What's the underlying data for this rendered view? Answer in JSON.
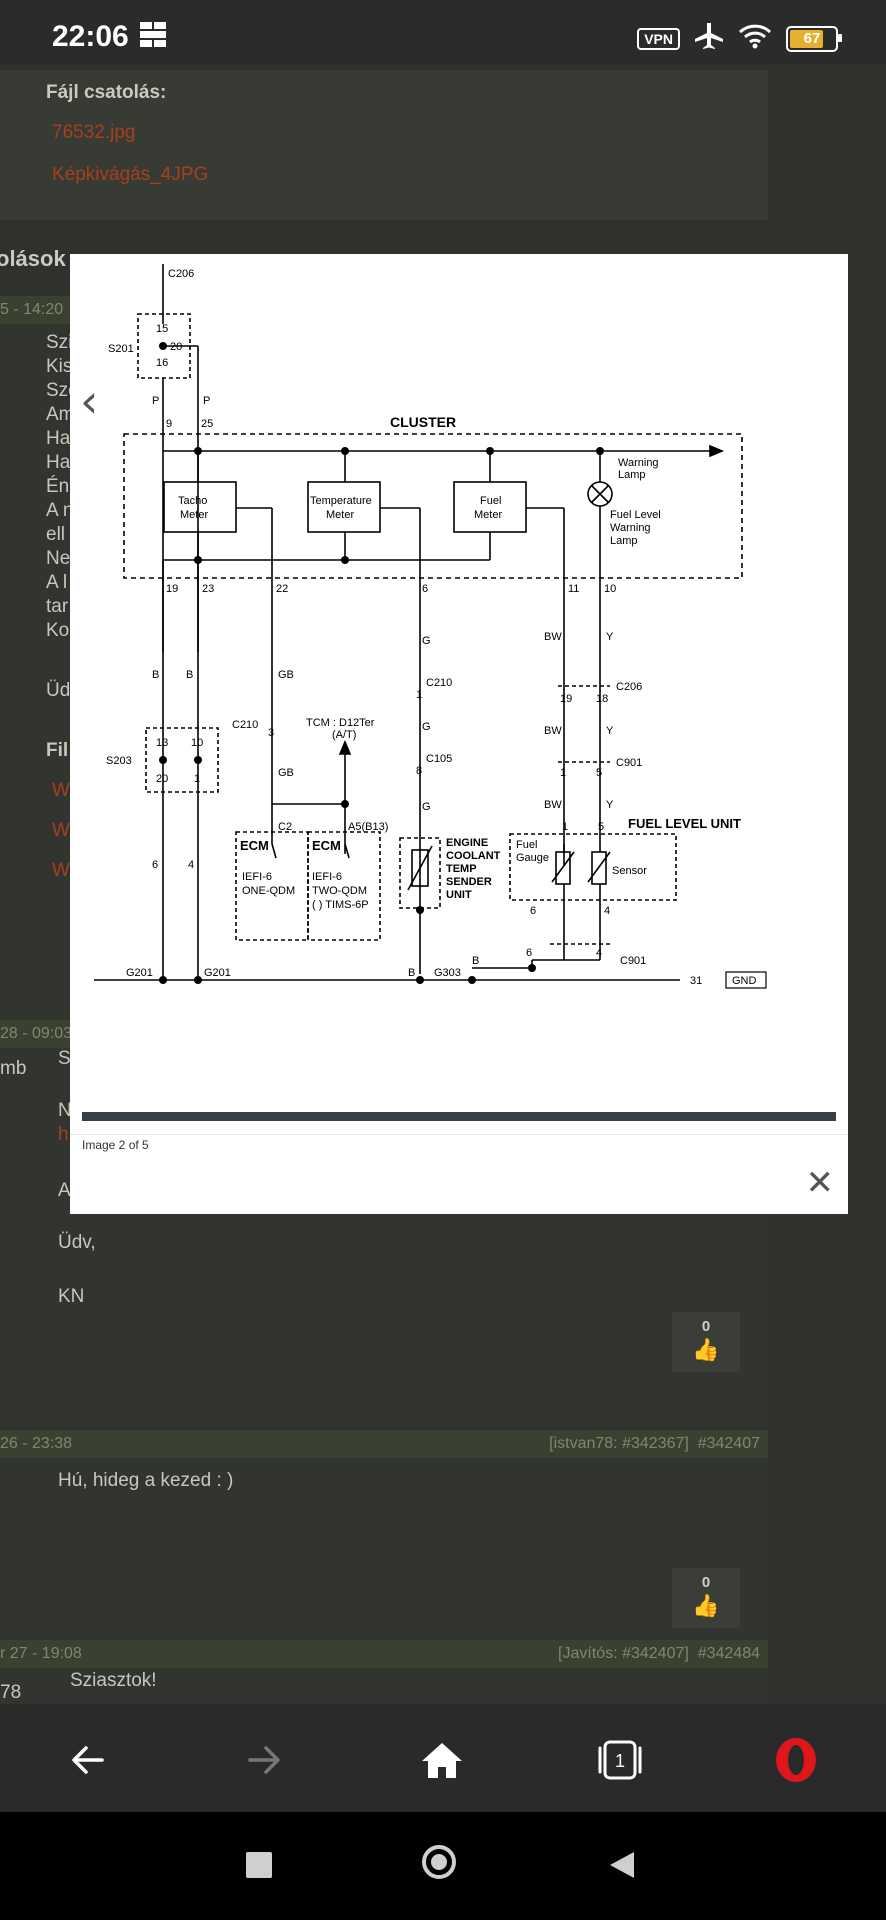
{
  "status_bar": {
    "time": "22:06",
    "vpn": "VPN",
    "battery": "67"
  },
  "page": {
    "attachments_title": "Fájl csatolás:",
    "attachments": [
      "76532.jpg",
      "Képkivágás_4JPG"
    ],
    "replies_title": "olások",
    "posts": [
      {
        "date": "5 - 14:20",
        "ref": "",
        "id": "",
        "lines": [
          "Szi",
          "Kis",
          "Sze",
          "Am",
          "Ha",
          "Ha",
          "Én",
          "A n",
          "ell",
          "Ne",
          "A l",
          "tar",
          "Ko",
          "",
          "Üd"
        ],
        "files_label": "Fil",
        "file_links": [
          "W",
          "W",
          "W"
        ]
      },
      {
        "date": "28 - 09:03",
        "ref": "",
        "id": "",
        "user": "mb",
        "lines": [
          "S",
          "N",
          "h",
          "A",
          "Üdv,",
          "KN"
        ],
        "likes": "0"
      },
      {
        "date": "26 - 23:38",
        "ref": "[istvan78: #342367]",
        "id": "#342407",
        "lines": [
          "Hú, hideg a kezed : )"
        ],
        "likes": "0"
      },
      {
        "date": "r 27 - 19:08",
        "ref": "[Javítós: #342407]",
        "id": "#342484",
        "user": "78",
        "lines": [
          "Sziasztok!"
        ]
      }
    ]
  },
  "lightbox": {
    "caption": "Image 2 of 5",
    "close_label": "✕",
    "prev_label": "‹",
    "diagram": {
      "labels": {
        "c206_top": "C206",
        "s201": "S201",
        "p_left": "P",
        "p_right": "P",
        "pin9": "9",
        "pin25": "25",
        "cluster": "CLUSTER",
        "tacho": [
          "Tacho",
          "Meter"
        ],
        "temp": [
          "Temperature",
          "Meter"
        ],
        "fuel": [
          "Fuel",
          "Meter"
        ],
        "warning_lamp": [
          "Warning",
          "Lamp"
        ],
        "fuel_warning": [
          "Fuel Level",
          "Warning",
          "Lamp"
        ],
        "pin19": "19",
        "pin23": "23",
        "pin22": "22",
        "pin6": "6",
        "pin11": "11",
        "pin10": "10",
        "b1": "B",
        "b2": "B",
        "gb1": "GB",
        "gb2": "GB",
        "g1": "G",
        "g2": "G",
        "g3": "G",
        "bw1": "BW",
        "bw2": "BW",
        "bw3": "BW",
        "y1": "Y",
        "y2": "Y",
        "y3": "Y",
        "c210_a": "C210",
        "c210_b": "C210",
        "c105": "C105",
        "c206_mid": "C206",
        "c901_a": "C901",
        "c901_b": "C901",
        "tcm": [
          "TCM : D12Ter",
          "(A/T)"
        ],
        "s203": "S203",
        "c2": "C2",
        "a5": "A5(B13)",
        "ecm1": "ECM",
        "ecm1_sub": [
          "IEFI-6",
          "ONE-QDM"
        ],
        "ecm2": "ECM",
        "ecm2_sub": [
          "IEFI-6",
          "TWO-QDM",
          "(   ) TIMS-6P"
        ],
        "coolant": [
          "ENGINE",
          "COOLANT",
          "TEMP",
          "SENDER",
          "UNIT"
        ],
        "fuel_level_unit": "FUEL LEVEL UNIT",
        "fuel_gauge": [
          "Fuel",
          "Gauge"
        ],
        "sensor": "Sensor",
        "g201_a": "G201",
        "g201_b": "G201",
        "b_g303": "B",
        "g303": "G303",
        "b_mid": "B",
        "pin31": "31",
        "gnd": "GND",
        "n13": "13",
        "n20": "20",
        "n10": "10",
        "n1": "1",
        "n15": "15",
        "n16": "16",
        "n20b": "20",
        "n3": "3",
        "n1b": "1",
        "n8": "8",
        "n19": "19",
        "n18": "18",
        "n1c": "1",
        "n5": "5",
        "n1d": "1",
        "n5b": "5",
        "n6a": "6",
        "n4a": "4",
        "n6b": "6",
        "n4b": "4"
      }
    }
  }
}
